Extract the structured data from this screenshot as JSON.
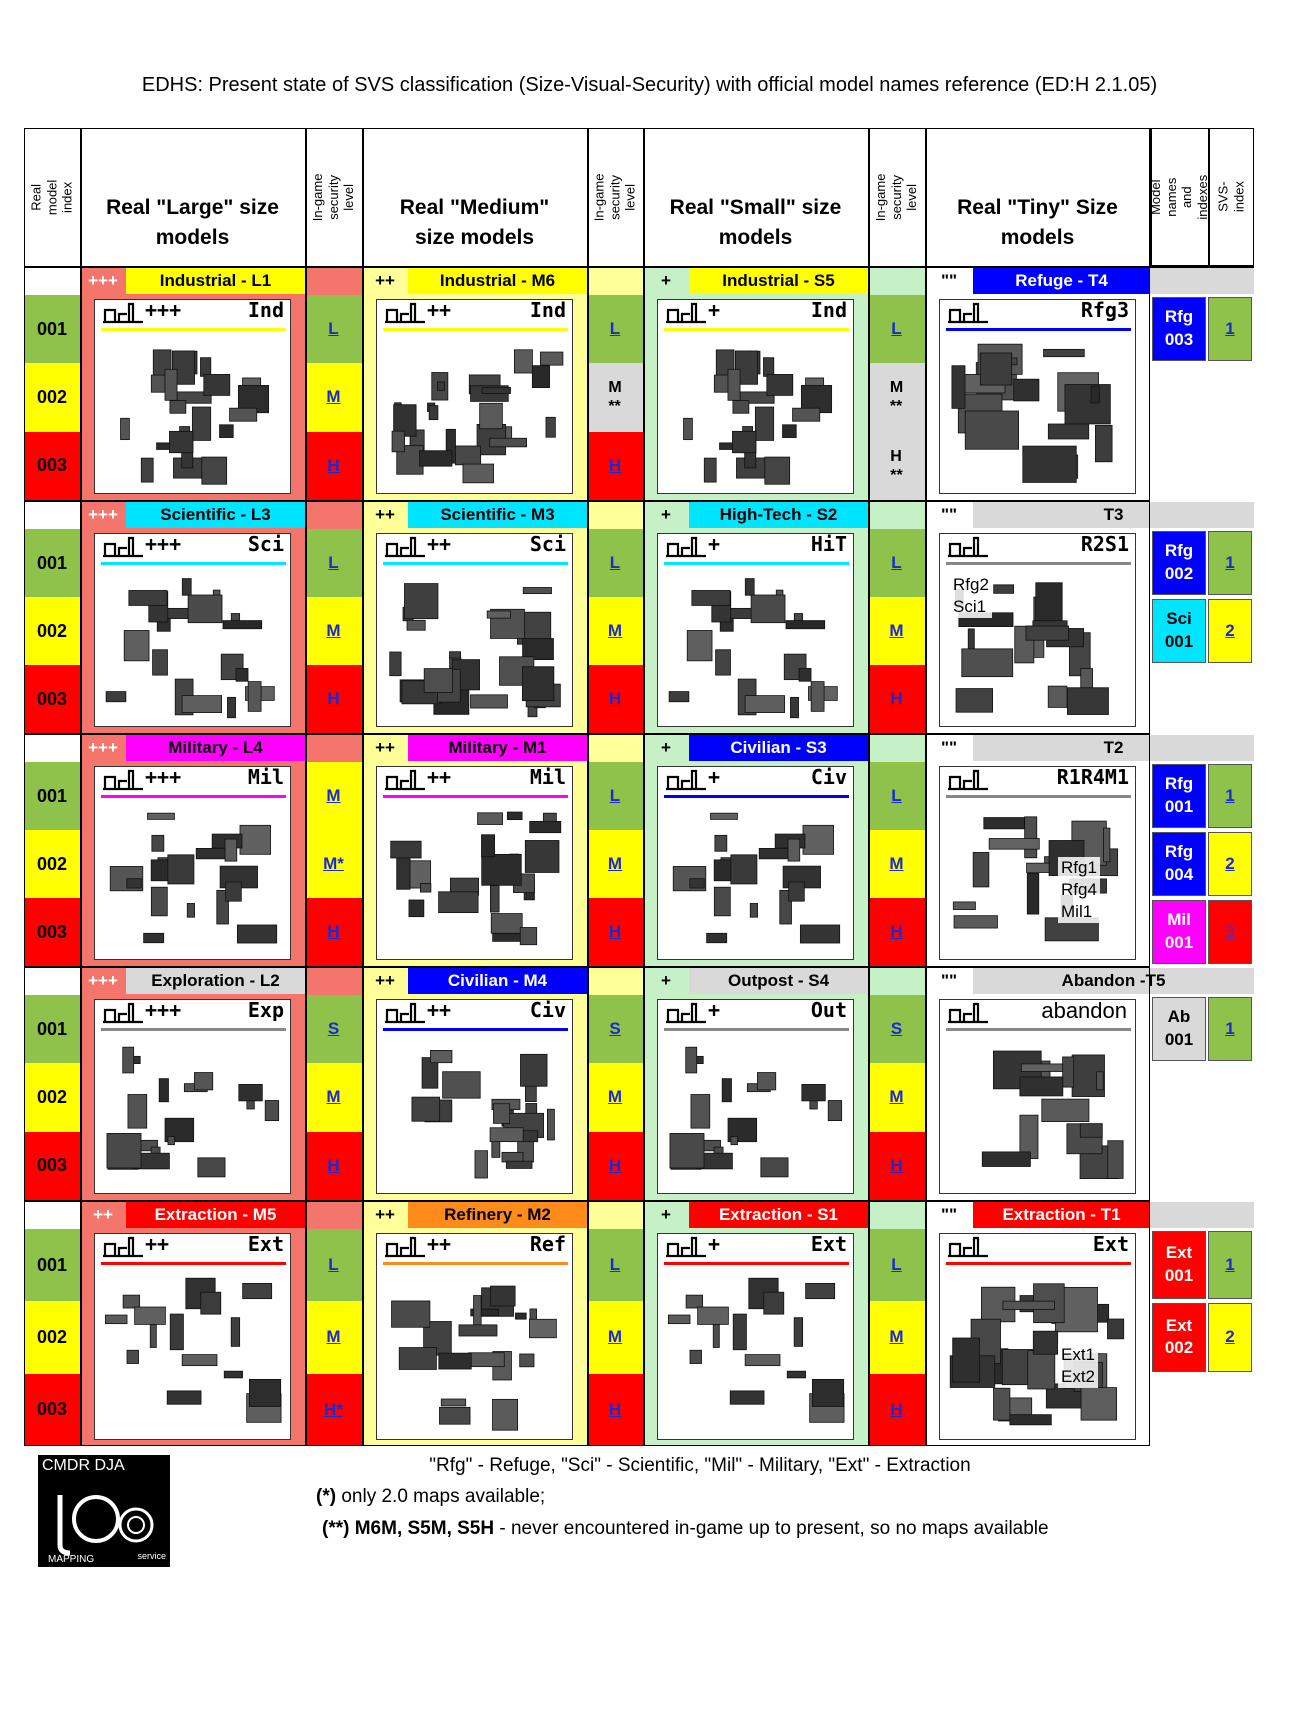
{
  "title": "EDHS: Present state of SVS classification (Size-Visual-Security) with official model names reference (ED:H 2.1.05)",
  "headers": {
    "index": "Real model index",
    "large": "Real \"Large\" size models",
    "medium": "Real \"Medium\" size models",
    "small": "Real \"Small\" size models",
    "tiny": "Real \"Tiny\" Size models",
    "security": "In-game security level",
    "model_names": "Model names and indexes",
    "svs": "SVS-index"
  },
  "row_indexes": [
    "001",
    "002",
    "003"
  ],
  "colors": {
    "green": "#8ec24b",
    "yellow": "#ffff00",
    "red": "#ff0000",
    "grey": "#d9d9d9",
    "blue": "#0000ff",
    "cyan": "#00e5ff",
    "magenta": "#ff00ff",
    "orange": "#ff8c1a",
    "large_bg": "#f4756c",
    "medium_bg": "#ffff99",
    "small_bg": "#c6f0c6",
    "link": "#1a2bd1"
  },
  "groups": [
    {
      "large": {
        "plus": "+++",
        "label": "Industrial - L1",
        "label_color": "#ffff00",
        "tag": "Ind",
        "sec": [
          {
            "t": "L",
            "c": "#8ec24b"
          },
          {
            "t": "M",
            "c": "#ffff00"
          },
          {
            "t": "H",
            "c": "#ff0000"
          }
        ]
      },
      "medium": {
        "plus": "++",
        "label": "Industrial - M6",
        "label_color": "#ffff00",
        "tag": "Ind",
        "sec": [
          {
            "t": "L",
            "c": "#8ec24b"
          },
          {
            "t": "M\n**",
            "c": "#d9d9d9",
            "plain": true
          },
          {
            "t": "H",
            "c": "#ff0000"
          }
        ]
      },
      "small": {
        "plus": "+",
        "label": "Industrial - S5",
        "label_color": "#ffff00",
        "tag": "Ind",
        "sec": [
          {
            "t": "L",
            "c": "#8ec24b"
          },
          {
            "t": "M\n**",
            "c": "#d9d9d9",
            "plain": true
          },
          {
            "t": "H\n**",
            "c": "#d9d9d9",
            "plain": true
          }
        ]
      },
      "tiny": {
        "quote": "\"\"",
        "label": "Refuge - T4",
        "label_color": "#0000ff",
        "tag": "Rfg3",
        "caption": ""
      },
      "names": [
        {
          "a": "Rfg",
          "b": "003",
          "c": "#0000ff",
          "svs": "1",
          "svs_c": "#8ec24b"
        }
      ]
    },
    {
      "large": {
        "plus": "+++",
        "label": "Scientific - L3",
        "label_color": "#00e5ff",
        "tag": "Sci",
        "sec": [
          {
            "t": "L",
            "c": "#8ec24b"
          },
          {
            "t": "M",
            "c": "#ffff00"
          },
          {
            "t": "H",
            "c": "#ff0000"
          }
        ]
      },
      "medium": {
        "plus": "++",
        "label": "Scientific - M3",
        "label_color": "#00e5ff",
        "tag": "Sci",
        "sec": [
          {
            "t": "L",
            "c": "#8ec24b"
          },
          {
            "t": "M",
            "c": "#ffff00"
          },
          {
            "t": "H",
            "c": "#ff0000"
          }
        ]
      },
      "small": {
        "plus": "+",
        "label": "High-Tech - S2",
        "label_color": "#00e5ff",
        "tag": "HiT",
        "sec": [
          {
            "t": "L",
            "c": "#8ec24b"
          },
          {
            "t": "M",
            "c": "#ffff00"
          },
          {
            "t": "H",
            "c": "#ff0000"
          }
        ]
      },
      "tiny": {
        "quote": "\"\"",
        "label": "T3",
        "label_color": "#d9d9d9",
        "tag": "R2S1",
        "caption": "Rfg2\nSci1"
      },
      "names": [
        {
          "a": "Rfg",
          "b": "002",
          "c": "#0000ff",
          "svs": "1",
          "svs_c": "#8ec24b"
        },
        {
          "a": "Sci",
          "b": "001",
          "c": "#00e5ff",
          "svs": "2",
          "svs_c": "#ffff00"
        }
      ]
    },
    {
      "large": {
        "plus": "+++",
        "label": "Military - L4",
        "label_color": "#ff00ff",
        "tag": "Mil",
        "sec": [
          {
            "t": "M",
            "c": "#ffff00"
          },
          {
            "t": "M*",
            "c": "#ffff00"
          },
          {
            "t": "H",
            "c": "#ff0000"
          }
        ]
      },
      "medium": {
        "plus": "++",
        "label": "Military - M1",
        "label_color": "#ff00ff",
        "tag": "Mil",
        "sec": [
          {
            "t": "L",
            "c": "#8ec24b"
          },
          {
            "t": "M",
            "c": "#ffff00"
          },
          {
            "t": "H",
            "c": "#ff0000"
          }
        ]
      },
      "small": {
        "plus": "+",
        "label": "Civilian - S3",
        "label_color": "#0000ff",
        "tag": "Civ",
        "sec": [
          {
            "t": "L",
            "c": "#8ec24b"
          },
          {
            "t": "M",
            "c": "#ffff00"
          },
          {
            "t": "H",
            "c": "#ff0000"
          }
        ]
      },
      "tiny": {
        "quote": "\"\"",
        "label": "T2",
        "label_color": "#d9d9d9",
        "tag": "R1R4M1",
        "caption": "Rfg1\nRfg4\nMil1"
      },
      "names": [
        {
          "a": "Rfg",
          "b": "001",
          "c": "#0000ff",
          "svs": "1",
          "svs_c": "#8ec24b"
        },
        {
          "a": "Rfg",
          "b": "004",
          "c": "#0000ff",
          "svs": "2",
          "svs_c": "#ffff00"
        },
        {
          "a": "Mil",
          "b": "001",
          "c": "#ff00ff",
          "svs": "3",
          "svs_c": "#ff0000"
        }
      ]
    },
    {
      "large": {
        "plus": "+++",
        "label": "Exploration - L2",
        "label_color": "#d9d9d9",
        "tag": "Exp",
        "sec": [
          {
            "t": "S",
            "c": "#8ec24b"
          },
          {
            "t": "M",
            "c": "#ffff00"
          },
          {
            "t": "H",
            "c": "#ff0000"
          }
        ]
      },
      "medium": {
        "plus": "++",
        "label": "Civilian - M4",
        "label_color": "#0000ff",
        "tag": "Civ",
        "sec": [
          {
            "t": "S",
            "c": "#8ec24b"
          },
          {
            "t": "M",
            "c": "#ffff00"
          },
          {
            "t": "H",
            "c": "#ff0000"
          }
        ]
      },
      "small": {
        "plus": "+",
        "label": "Outpost - S4",
        "label_color": "#d9d9d9",
        "tag": "Out",
        "sec": [
          {
            "t": "S",
            "c": "#8ec24b"
          },
          {
            "t": "M",
            "c": "#ffff00"
          },
          {
            "t": "H",
            "c": "#ff0000"
          }
        ]
      },
      "tiny": {
        "quote": "\"\"",
        "label": "Abandon -T5",
        "label_color": "#d9d9d9",
        "tag": "abandon",
        "caption": ""
      },
      "names": [
        {
          "a": "Ab",
          "b": "001",
          "c": "#d9d9d9",
          "svs": "1",
          "svs_c": "#8ec24b"
        }
      ]
    },
    {
      "large": {
        "plus": "++",
        "label": "Extraction - M5",
        "label_color": "#ff0000",
        "tag": "Ext",
        "sec": [
          {
            "t": "L",
            "c": "#8ec24b"
          },
          {
            "t": "M",
            "c": "#ffff00"
          },
          {
            "t": "H*",
            "c": "#ff0000"
          }
        ]
      },
      "medium": {
        "plus": "++",
        "label": "Refinery - M2",
        "label_color": "#ff8c1a",
        "tag": "Ref",
        "sec": [
          {
            "t": "L",
            "c": "#8ec24b"
          },
          {
            "t": "M",
            "c": "#ffff00"
          },
          {
            "t": "H",
            "c": "#ff0000"
          }
        ]
      },
      "small": {
        "plus": "+",
        "label": "Extraction - S1",
        "label_color": "#ff0000",
        "tag": "Ext",
        "sec": [
          {
            "t": "L",
            "c": "#8ec24b"
          },
          {
            "t": "M",
            "c": "#ffff00"
          },
          {
            "t": "H",
            "c": "#ff0000"
          }
        ]
      },
      "tiny": {
        "quote": "\"\"",
        "label": "Extraction - T1",
        "label_color": "#ff0000",
        "tag": "Ext",
        "caption": "Ext1\nExt2"
      },
      "names": [
        {
          "a": "Ext",
          "b": "001",
          "c": "#ff0000",
          "svs": "1",
          "svs_c": "#8ec24b"
        },
        {
          "a": "Ext",
          "b": "002",
          "c": "#ff0000",
          "svs": "2",
          "svs_c": "#ffff00"
        }
      ]
    }
  ],
  "footer": {
    "legend": "\"Rfg\" - Refuge, \"Sci\" - Scientific, \"Mil\" - Military, \"Ext\" - Extraction",
    "note1_mark": "(*)",
    "note1": " only 2.0 maps available;",
    "note2_mark": "(**) M6M, S5M, S5H",
    "note2": " - never encountered in-game up to present, so no maps available",
    "logo_top": "CMDR DJA",
    "logo_bottom_left": "MAPPING",
    "logo_bottom_right": "service"
  }
}
